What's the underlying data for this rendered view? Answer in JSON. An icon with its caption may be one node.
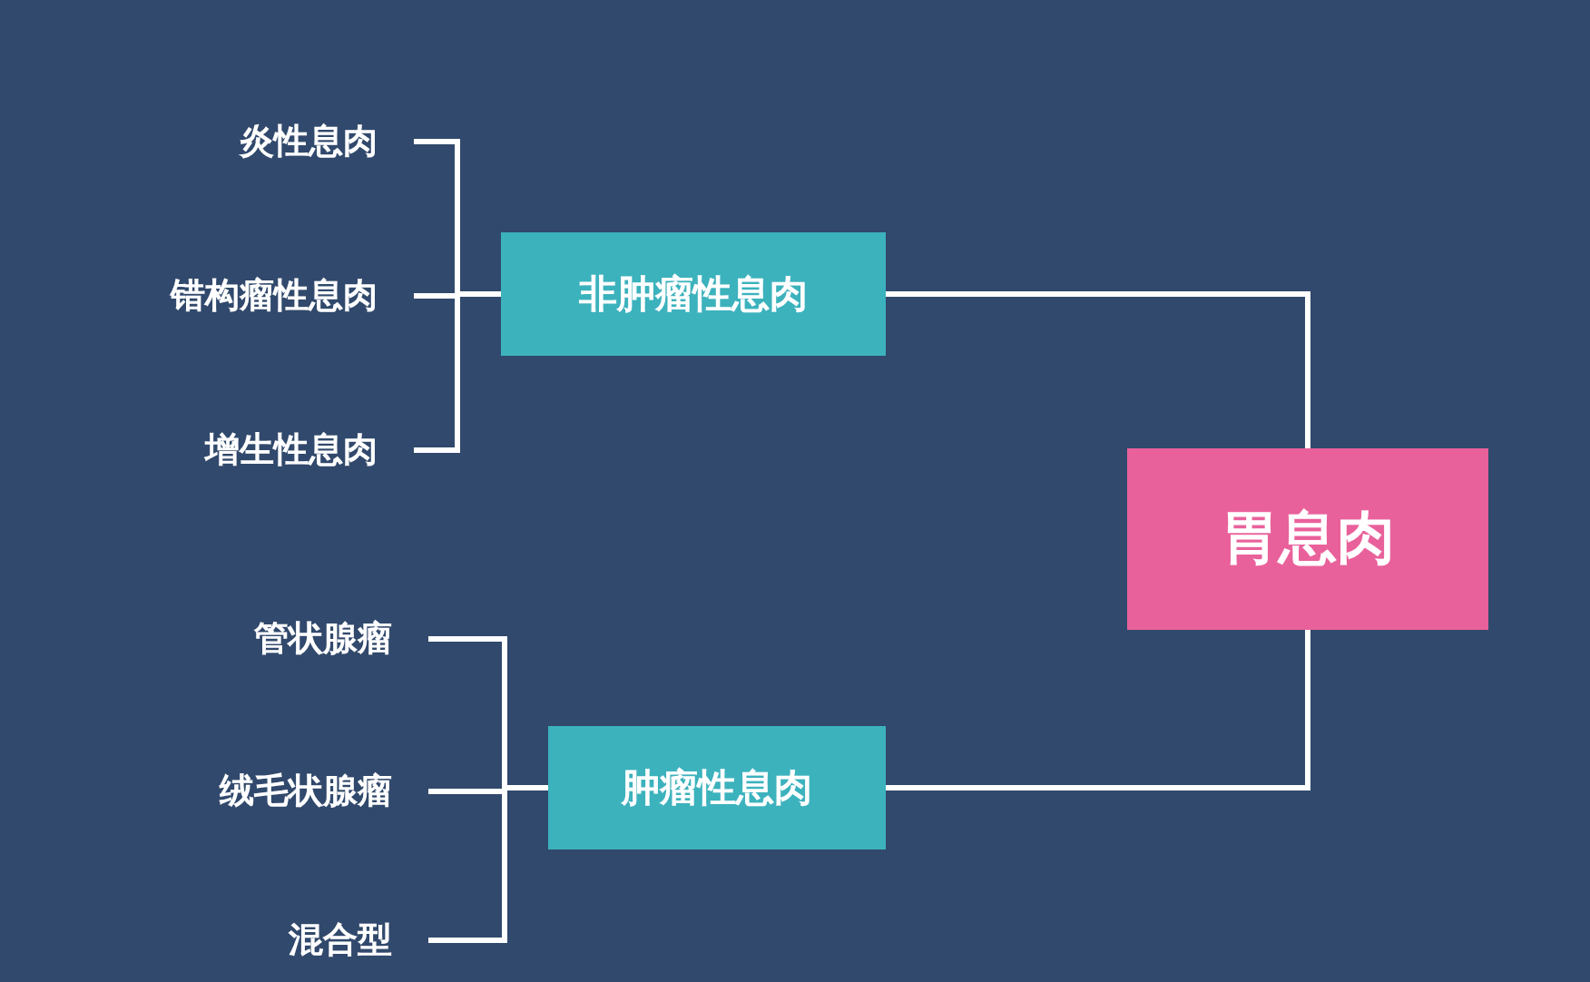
{
  "diagram": {
    "nodes": [
      {
        "text": [
          "胃息肉"
        ]
      },
      {
        "text": [
          "非肿瘤性息肉"
        ]
      },
      {
        "text": [
          "炎性息肉"
        ]
      },
      {
        "text": [
          "错构瘤性息肉"
        ]
      },
      {
        "text": [
          "增生性息肉"
        ]
      },
      {
        "text": [
          "肿瘤性息肉"
        ]
      },
      {
        "text": [
          "管状腺瘤"
        ]
      },
      {
        "text": [
          "绒毛状腺瘤"
        ]
      },
      {
        "text": [
          "混合型"
        ]
      }
    ],
    "edges": [
      {
        "from": 1,
        "to": 0,
        "arrow": "none"
      },
      {
        "from": 5,
        "to": 0,
        "arrow": "none"
      },
      {
        "from": 2,
        "to": 1,
        "arrow": "none"
      },
      {
        "from": 3,
        "to": 1,
        "arrow": "none"
      },
      {
        "from": 4,
        "to": 1,
        "arrow": "none"
      },
      {
        "from": 6,
        "to": 5,
        "arrow": "none"
      },
      {
        "from": 7,
        "to": 5,
        "arrow": "none"
      },
      {
        "from": 8,
        "to": 5,
        "arrow": "none"
      }
    ]
  }
}
